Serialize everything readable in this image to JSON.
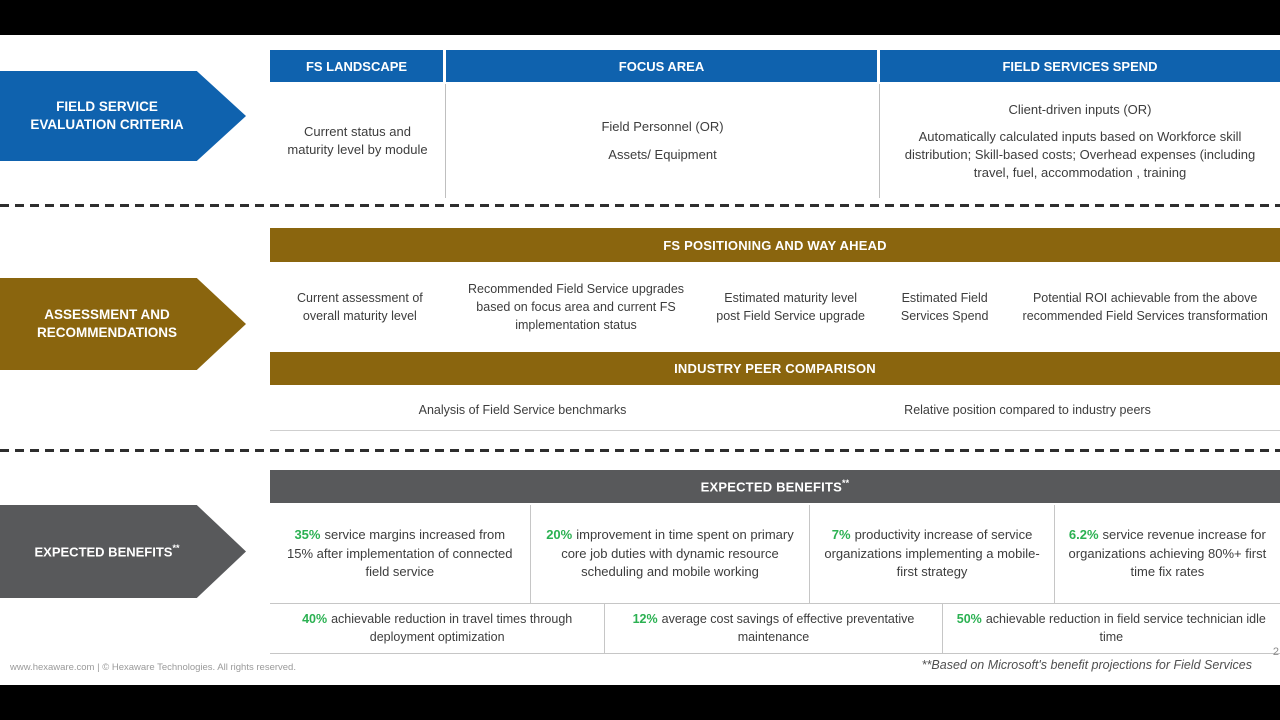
{
  "colors": {
    "blue": "#0f62ae",
    "gold": "#8a650e",
    "gray": "#58595b",
    "green": "#2bb152"
  },
  "section1": {
    "arrow_label": "FIELD SERVICE EVALUATION CRITERIA",
    "headers": [
      "FS LANDSCAPE",
      "FOCUS AREA",
      "FIELD SERVICES SPEND"
    ],
    "body": {
      "col1": "Current status and maturity level by module",
      "col2_line1": "Field Personnel (OR)",
      "col2_line2": "Assets/ Equipment",
      "col3_line1": "Client-driven inputs (OR)",
      "col3_line2": "Automatically calculated inputs based on Workforce skill distribution;  Skill-based costs; Overhead expenses (including travel, fuel, accommodation , training"
    }
  },
  "section2": {
    "arrow_label": "ASSESSMENT AND RECOMMENDATIONS",
    "band1": "FS POSITIONING AND WAY AHEAD",
    "columns": [
      "Current assessment of overall maturity level",
      "Recommended Field Service upgrades based on focus area and current FS implementation status",
      "Estimated maturity level post Field Service upgrade",
      "Estimated Field Services Spend",
      "Potential ROI achievable from the above recommended Field Services transformation"
    ],
    "band2": "INDUSTRY PEER COMPARISON",
    "peer_columns": [
      "Analysis of Field Service benchmarks",
      "Relative position compared to industry peers"
    ]
  },
  "section3": {
    "arrow_label": "EXPECTED BENEFITS",
    "arrow_sup": "**",
    "band": "EXPECTED BENEFITS",
    "band_sup": "**",
    "row1": [
      {
        "pct": "35%",
        "text": "service margins increased from 15% after implementation of connected field service"
      },
      {
        "pct": "20%",
        "text": "improvement in time spent on primary core job duties with dynamic resource scheduling and mobile working"
      },
      {
        "pct": "7%",
        "text": "productivity increase of service organizations implementing a mobile-first strategy"
      },
      {
        "pct": "6.2%",
        "text": "service revenue increase for organizations achieving 80%+ first time fix rates"
      }
    ],
    "row2": [
      {
        "pct": "40%",
        "text": "achievable reduction in travel times through deployment optimization"
      },
      {
        "pct": "12%",
        "text": "average cost savings of effective preventative maintenance"
      },
      {
        "pct": "50%",
        "text": "achievable reduction in field service technician idle time"
      }
    ]
  },
  "footer": {
    "left": "www.hexaware.com | © Hexaware Technologies. All rights reserved.",
    "footnote": "**Based on Microsoft's benefit projections for Field Services",
    "page_number": "2"
  }
}
